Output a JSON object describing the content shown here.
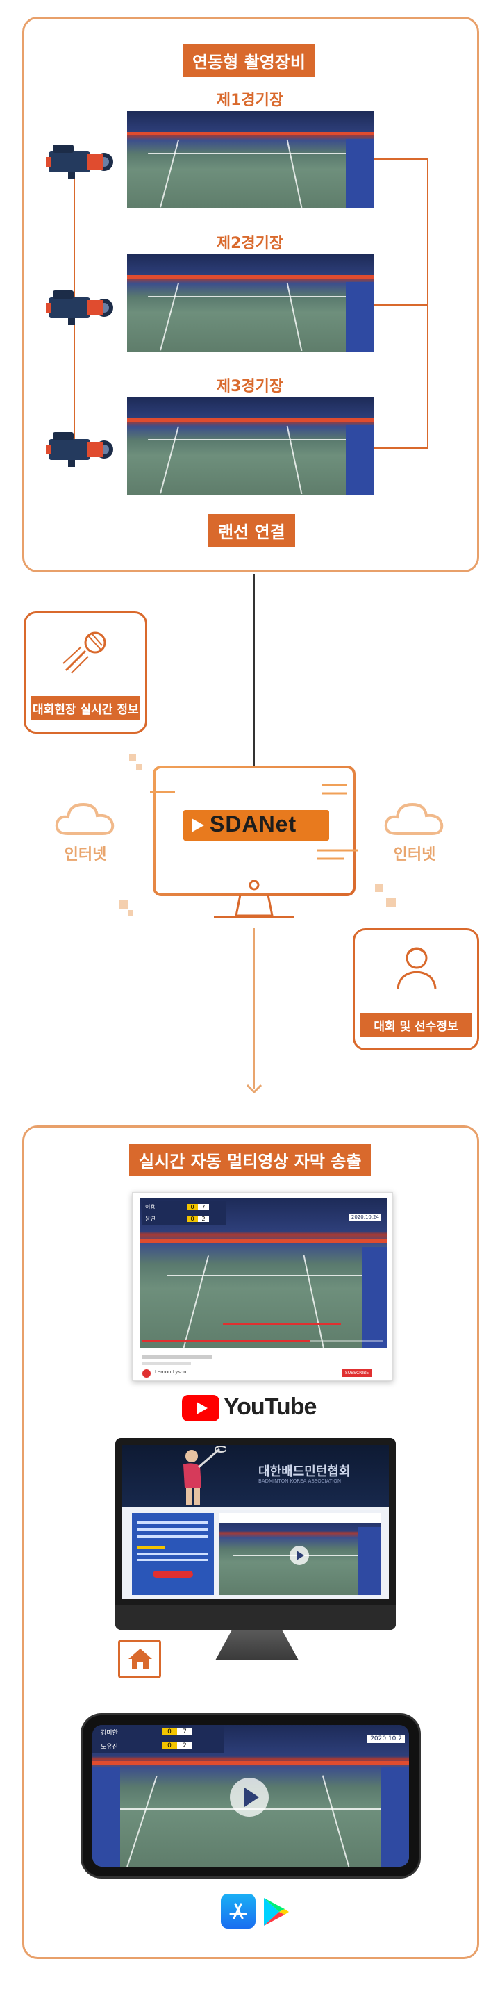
{
  "top": {
    "title": "연동형 촬영장비",
    "fields": [
      "제1경기장",
      "제2경기장",
      "제3경기장"
    ],
    "lan_label": "랜선 연결"
  },
  "middle": {
    "live_info_label": "대회현장 실시간 정보",
    "player_info_label": "대회 및 선수정보",
    "internet_left": "인터넷",
    "internet_right": "인터넷",
    "logo_text": "SDANet"
  },
  "bottom": {
    "title": "실시간 자동 멀티영상 자막 송출",
    "youtube_label": "YouTube",
    "scoreboard_web": [
      {
        "name": "이용",
        "score": "0",
        "game": "7"
      },
      {
        "name": "윤연",
        "score": "0",
        "game": "2"
      }
    ],
    "web_date": "2020.10.24",
    "phone_scoreboard": [
      {
        "name": "김미환",
        "score": "0",
        "game": "7"
      },
      {
        "name": "노유진",
        "score": "0",
        "game": "2"
      }
    ],
    "phone_date": "2020.10.2",
    "channel_name": "Lemon Lyson",
    "subscribe_label": "SUBSCRIBE",
    "association_kr": "대한배드민턴협회",
    "association_en": "BADMINTON KOREA ASSOCIATION"
  },
  "colors": {
    "accent": "#d9692c",
    "border_light": "#e8a06a",
    "cloud": "#f1b98a"
  }
}
